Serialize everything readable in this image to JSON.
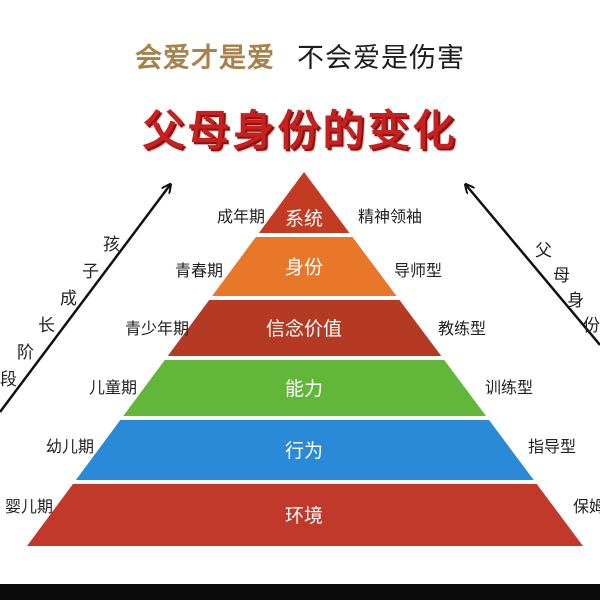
{
  "headline": {
    "part1": "会爱才是爱",
    "part2": "不会爱是伤害"
  },
  "title": "父母身份的变化",
  "layers": [
    {
      "label": "系统",
      "color": "#c23b22"
    },
    {
      "label": "身份",
      "color": "#e8772a"
    },
    {
      "label": "信念价值",
      "color": "#b53a24"
    },
    {
      "label": "能力",
      "color": "#62b63a"
    },
    {
      "label": "行为",
      "color": "#2a8ad8"
    },
    {
      "label": "环境",
      "color": "#c0392b"
    }
  ],
  "stages": [
    "成年期",
    "青春期",
    "青少年期",
    "儿童期",
    "幼儿期",
    "婴儿期"
  ],
  "roles": [
    "精神领袖",
    "导师型",
    "教练型",
    "训练型",
    "指导型",
    "保姆型"
  ],
  "left_arrow_chars": [
    "孩",
    "子",
    "成",
    "长",
    "阶",
    "段"
  ],
  "right_arrow_chars": [
    "父",
    "母",
    "身",
    "份"
  ]
}
